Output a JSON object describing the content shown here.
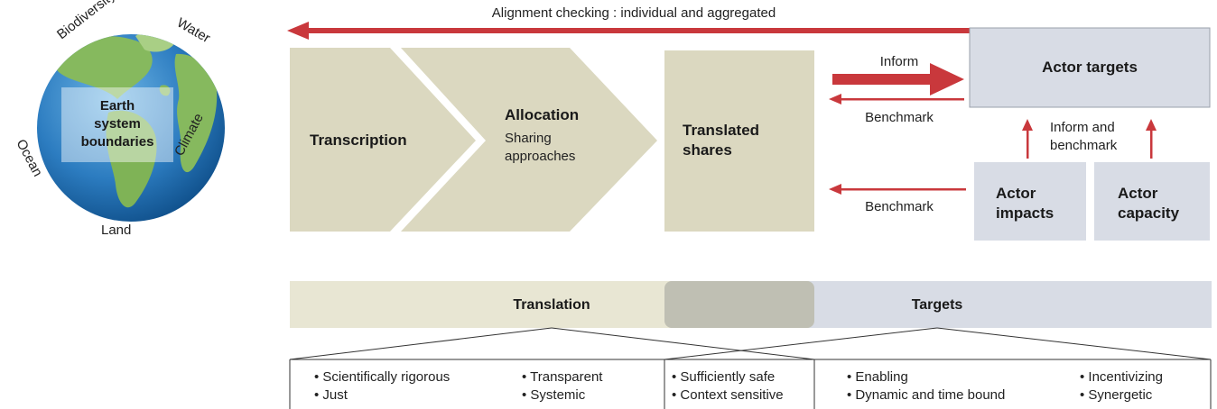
{
  "globe": {
    "center_label": [
      "Earth",
      "system",
      "boundaries"
    ],
    "ring_labels": {
      "biodiversity": "Biodiversity",
      "water": "Water",
      "climate": "Climate",
      "land": "Land",
      "ocean": "Ocean"
    }
  },
  "top_arrow": {
    "label": "Alignment checking : individual and aggregated"
  },
  "process": {
    "transcription": "Transcription",
    "allocation_title": "Allocation",
    "allocation_sub": [
      "Sharing",
      "approaches"
    ],
    "translated_shares": [
      "Translated",
      "shares"
    ]
  },
  "targets_side": {
    "actor_targets": "Actor targets",
    "inform": "Inform",
    "benchmark_upper": "Benchmark",
    "benchmark_lower": "Benchmark",
    "inform_and_benchmark": [
      "Inform and",
      "benchmark"
    ],
    "actor_impacts": [
      "Actor",
      "impacts"
    ],
    "actor_capacity": [
      "Actor",
      "capacity"
    ]
  },
  "bottom_band": {
    "translation": "Translation",
    "targets": "Targets"
  },
  "criteria": {
    "col1": [
      "• Scientifically rigorous",
      "• Just"
    ],
    "col2": [
      "• Transparent",
      "• Systemic"
    ],
    "col3": [
      "• Sufficiently safe",
      "• Context sensitive"
    ],
    "col4": [
      "• Enabling",
      "• Dynamic and time bound"
    ],
    "col5": [
      "• Incentivizing",
      "• Synergetic"
    ]
  },
  "colors": {
    "khaki": "#dbd8c0",
    "pale_khaki": "#e8e6d3",
    "overlap": "#bfbfb3",
    "lavender": "#d8dce5",
    "arrow_red": "#c9383c",
    "ocean_blue": "#1f6fb2",
    "land_green": "#86b95e"
  }
}
